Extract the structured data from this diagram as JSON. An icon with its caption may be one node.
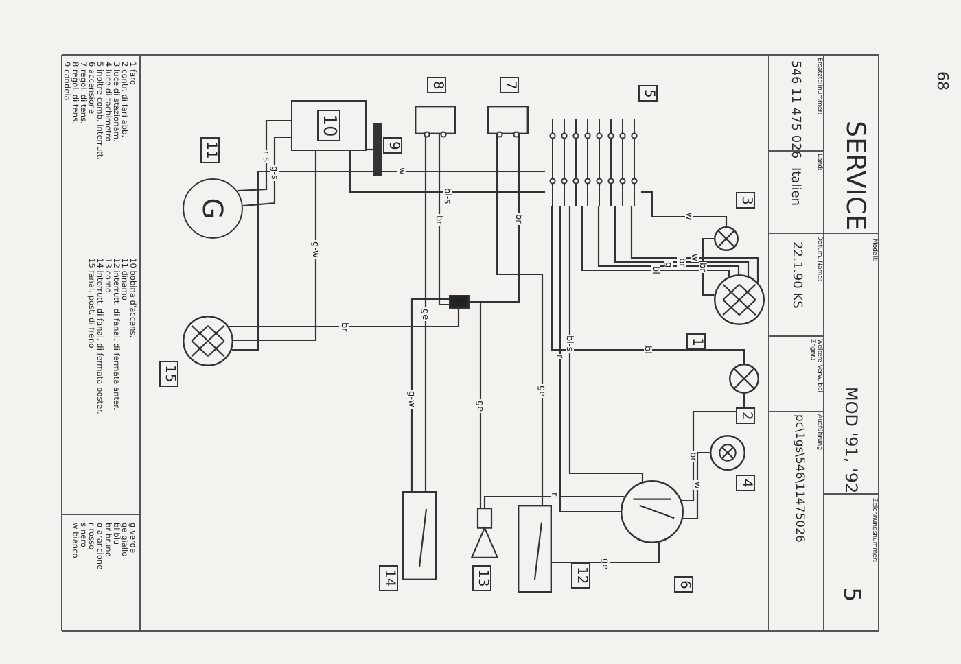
{
  "diagram": {
    "nodes": [
      {
        "text": [],
        "shape": "circle",
        "beside": [
          "1"
        ]
      },
      {
        "text": [],
        "shape": "circle",
        "beside": [
          "2"
        ]
      },
      {
        "text": [],
        "shape": "circle",
        "beside": [
          "3"
        ]
      },
      {
        "text": [],
        "shape": "circle",
        "beside": [
          "4"
        ]
      },
      {
        "text": [],
        "shape": "bar",
        "beside": [
          "5"
        ]
      },
      {
        "text": [],
        "shape": "circle",
        "beside": [
          "6"
        ]
      },
      {
        "text": [],
        "shape": "box",
        "beside": [
          "7"
        ]
      },
      {
        "text": [],
        "shape": "box",
        "beside": [
          "8"
        ]
      },
      {
        "text": [],
        "shape": "bar",
        "beside": [
          "9"
        ]
      },
      {
        "text": [
          "10"
        ]
      },
      {
        "text": [
          "G"
        ],
        "beside": [
          "11"
        ]
      },
      {
        "text": [],
        "shape": "box",
        "beside": [
          "12"
        ]
      },
      {
        "text": [],
        "shape": "horn",
        "beside": [
          "13"
        ]
      },
      {
        "text": [],
        "shape": "box",
        "beside": [
          "14"
        ]
      },
      {
        "text": [],
        "shape": "circle",
        "beside": [
          "15"
        ]
      },
      {
        "text": [],
        "shape": "box"
      }
    ],
    "edges": [
      {
        "from": 4,
        "to": 0,
        "arrow": "none",
        "label": "w"
      },
      {
        "from": 4,
        "to": 0,
        "arrow": "none",
        "label": "br"
      },
      {
        "from": 4,
        "to": 0,
        "arrow": "none",
        "label": "g"
      },
      {
        "from": 4,
        "to": 0,
        "arrow": "none",
        "label": "bl"
      },
      {
        "from": 2,
        "to": 0,
        "arrow": "none",
        "label": "br"
      },
      {
        "from": 2,
        "to": 4,
        "arrow": "none",
        "label": "w"
      },
      {
        "from": 1,
        "to": 4,
        "arrow": "none",
        "label": "bl"
      },
      {
        "from": 1,
        "to": 5,
        "arrow": "none",
        "label": "br"
      },
      {
        "from": 3,
        "to": 5,
        "arrow": "none",
        "label": "w"
      },
      {
        "from": 4,
        "to": 5,
        "arrow": "none",
        "label": "bl-s"
      },
      {
        "from": 4,
        "to": 5,
        "arrow": "none",
        "label": "r"
      },
      {
        "from": 6,
        "to": 15,
        "arrow": "none",
        "label": "br"
      },
      {
        "from": 6,
        "to": 11,
        "arrow": "none",
        "label": "ge"
      },
      {
        "from": 7,
        "to": 13,
        "arrow": "none",
        "label": "ge"
      },
      {
        "from": 7,
        "to": 15,
        "arrow": "none",
        "label": "br"
      },
      {
        "from": 9,
        "to": 4,
        "arrow": "none",
        "label": "bl-s"
      },
      {
        "from": 10,
        "to": 9,
        "arrow": "none",
        "label": "g-s"
      },
      {
        "from": 10,
        "to": 9,
        "arrow": "none",
        "label": "r-s"
      },
      {
        "from": 15,
        "to": 14,
        "arrow": "none",
        "label": "br"
      },
      {
        "from": 4,
        "to": 14,
        "arrow": "none",
        "label": "w"
      },
      {
        "from": 9,
        "to": 14,
        "arrow": "none",
        "label": "g-w"
      },
      {
        "from": 12,
        "to": 5,
        "arrow": "none",
        "label": "r"
      },
      {
        "from": 12,
        "to": 15,
        "arrow": "none",
        "label": "ge"
      },
      {
        "from": 11,
        "to": 5,
        "arrow": "none",
        "label": "ge"
      },
      {
        "from": 13,
        "to": 15,
        "arrow": "none",
        "label": "g-w"
      },
      {
        "from": 8,
        "to": 9,
        "arrow": "none"
      }
    ],
    "labels": [
      "68",
      "SERVICE",
      "Modell:",
      "MOD '91, '92",
      "Zeichnungsnummer:",
      "5",
      "Ersatzteilnummer:",
      "546 11 475 026",
      "Land:",
      "Italien",
      "Datum, Name:",
      "22.1.90 KS",
      "Weitere Verw. bei Zngnr.:",
      "Ausführung:",
      "pc\\1gs\\546\\11475026",
      "1 faro",
      "2 contr. di fari abb.",
      "3 luce di stazionam.",
      "4 luce di tachimetro",
      "5 inoltre comb. interrutt.",
      "6 accensione",
      "7 regol. di tens.",
      "8 regol. di tens.",
      "9 candela",
      "10 bobina d'accens.",
      "11 dinamo",
      "12 interrutt. di fanal. di fermata anter.",
      "13 corno",
      "14 interrutt. di fanal. di fermata poster.",
      "15 fanal. post. di freno",
      "g verde",
      "ge giallo",
      "bl blu",
      "br bruno",
      "o arancione",
      "r rosso",
      "s nero",
      "w bianco"
    ]
  }
}
